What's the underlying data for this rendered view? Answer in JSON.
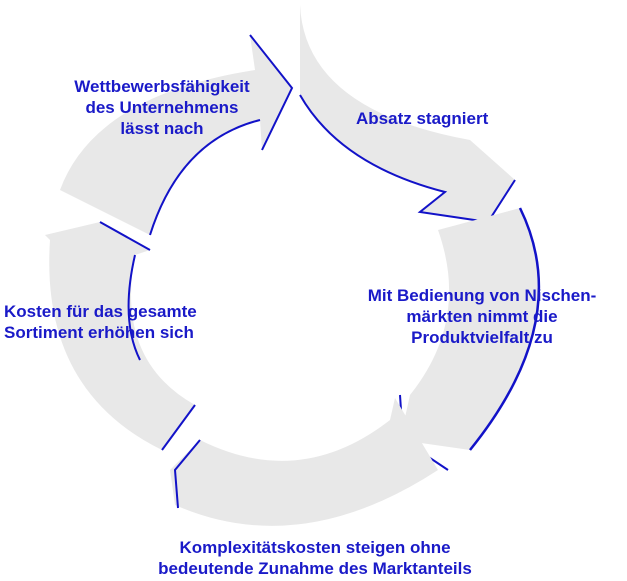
{
  "colors": {
    "arrow_fill": "#e8e8e8",
    "arrow_outline": "#1212c8",
    "text": "#1a1ac8",
    "background": "#ffffff"
  },
  "cycle": {
    "direction": "clockwise",
    "steps": [
      {
        "lines": [
          "Wettbewerbsfähigkeit",
          "des Unternehmens",
          "lässt nach"
        ]
      },
      {
        "lines": [
          "Absatz stagniert"
        ]
      },
      {
        "lines": [
          "Mit Bedienung von Nischen-",
          "märkten nimmt die",
          "Produktvielfalt zu"
        ]
      },
      {
        "lines": [
          "Komplexitätskosten steigen ohne",
          "bedeutende Zunahme des Marktanteils"
        ]
      },
      {
        "lines": [
          "Kosten für das gesamte",
          "Sortiment erhöhen sich"
        ]
      }
    ]
  }
}
